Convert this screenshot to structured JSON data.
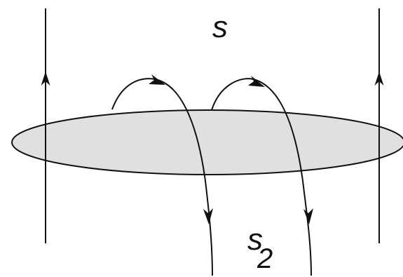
{
  "diagram": {
    "label_top": "s",
    "label_bottom_main": "s",
    "label_bottom_subscript": "2",
    "colors": {
      "line": "#111111",
      "surface_fill": "#e0e0e0",
      "background": "#ffffff"
    },
    "elements": [
      "left-vertical-line-with-up-arrow",
      "right-vertical-line-with-up-arrow",
      "gray-ellipse-surface",
      "left-curved-line-with-down-arrow",
      "right-curved-line-with-down-arrow"
    ]
  }
}
